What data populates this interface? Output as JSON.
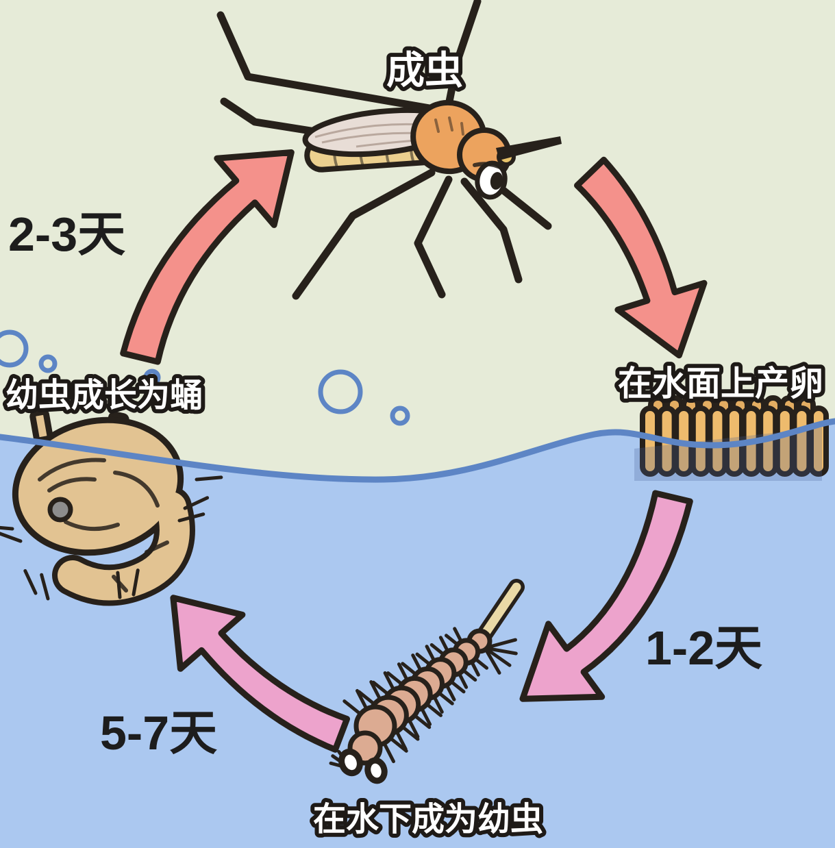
{
  "diagram": {
    "subject": "mosquito-life-cycle",
    "stages": {
      "adult": {
        "label": "成虫"
      },
      "eggs": {
        "label": "在水面上产卵"
      },
      "larva": {
        "label": "在水下成为幼虫"
      },
      "pupa": {
        "label": "幼虫成长为蛹"
      }
    },
    "durations": {
      "pupa_to_adult": "2-3天",
      "eggs_to_larva": "1-2天",
      "larva_to_pupa": "5-7天"
    }
  },
  "colors": {
    "sky": "#e6ebd8",
    "water": "#abc8f0",
    "waterline": "#5d85c5",
    "outline": "#27211b",
    "arrow_salmon": "#f4918b",
    "arrow_pink": "#eda3cc",
    "egg": "#eebb6d",
    "egg_back": "#e3ad62",
    "pupa_body": "#e2c392",
    "pupa_eye": "#8d8d8d",
    "larva_body": "#dcab92",
    "larva_siphon": "#ead9a6",
    "mosquito_orange": "#eca35e",
    "mosquito_abdomen": "#ecd08f",
    "mosquito_wing": "#e8ddd6",
    "mosquito_palp": "#e8c36a",
    "label_fill": "#ffffff",
    "label_stroke": "#1e1a17",
    "days_color": "#1d1d1d"
  }
}
